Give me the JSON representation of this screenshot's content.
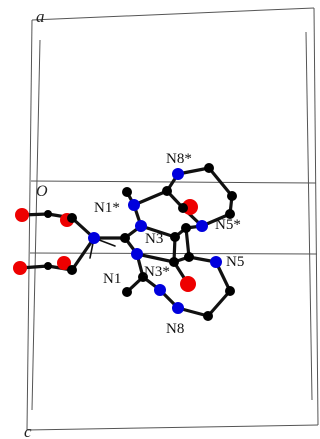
{
  "axes": {
    "a": "a",
    "c": "c",
    "origin": "O"
  },
  "atom_labels": {
    "n8s": "N8*",
    "n1s": "N1*",
    "n5s": "N5*",
    "n3": "N3",
    "n5": "N5",
    "n1": "N1",
    "n3s": "N3*",
    "n8": "N8"
  },
  "colors": {
    "carbon": "#000000",
    "nitrogen": "#0000dd",
    "oxygen": "#ee0000",
    "cell": "#555555"
  }
}
